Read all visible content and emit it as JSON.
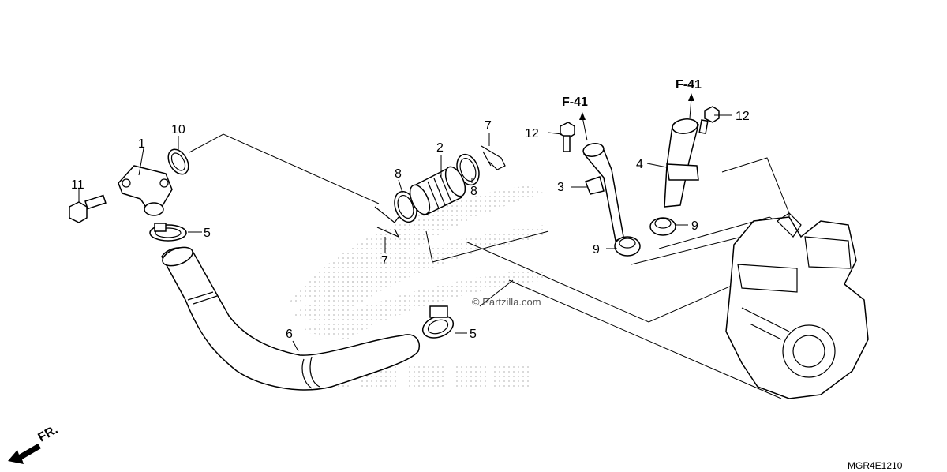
{
  "diagram": {
    "callouts": {
      "p1": "1",
      "p2": "2",
      "p3": "3",
      "p4": "4",
      "p5a": "5",
      "p5b": "5",
      "p6": "6",
      "p7a": "7",
      "p7b": "7",
      "p8a": "8",
      "p8b": "8",
      "p9a": "9",
      "p9b": "9",
      "p10": "10",
      "p11": "11",
      "p12a": "12",
      "p12b": "12"
    },
    "refs": {
      "left": "F-41",
      "right": "F-41"
    },
    "watermark": "© Partzilla.com",
    "front_marker": "FR.",
    "diagram_code": "MGR4E1210",
    "colors": {
      "ink": "#000000",
      "watermark_logo": "#c8c8c8",
      "background": "#ffffff"
    },
    "icons": {
      "front_arrow": "arrow-front-icon",
      "ref_arrow": "arrow-up-icon"
    }
  }
}
